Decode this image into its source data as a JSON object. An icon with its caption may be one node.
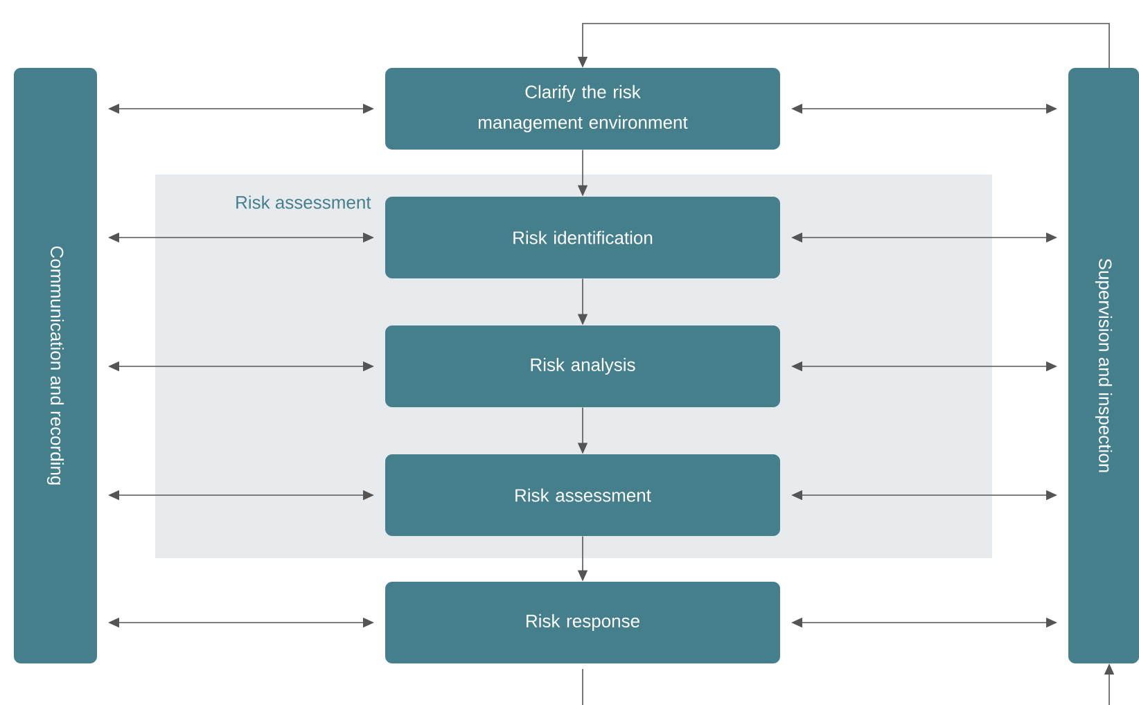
{
  "diagram": {
    "nodes": [
      {
        "text": [
          "Communication and recording"
        ]
      },
      {
        "text": [
          "Clarify the risk management environment"
        ]
      },
      {
        "text": [
          "Risk assessment"
        ]
      },
      {
        "text": [
          "Risk identification"
        ],
        "in": 2
      },
      {
        "text": [
          "Risk analysis"
        ],
        "in": 2
      },
      {
        "text": [
          "Risk assessment"
        ],
        "in": 2
      },
      {
        "text": [
          "Risk response"
        ]
      },
      {
        "text": [
          "Supervision and inspection"
        ]
      }
    ],
    "edges": [
      {
        "from": 0,
        "to": 1,
        "arrow": "both"
      },
      {
        "from": 1,
        "to": 7,
        "arrow": "both"
      },
      {
        "from": 0,
        "to": 3,
        "arrow": "both"
      },
      {
        "from": 3,
        "to": 7,
        "arrow": "both"
      },
      {
        "from": 0,
        "to": 4,
        "arrow": "both"
      },
      {
        "from": 4,
        "to": 7,
        "arrow": "both"
      },
      {
        "from": 0,
        "to": 5,
        "arrow": "both"
      },
      {
        "from": 5,
        "to": 7,
        "arrow": "both"
      },
      {
        "from": 0,
        "to": 6,
        "arrow": "both"
      },
      {
        "from": 6,
        "to": 7,
        "arrow": "both"
      },
      {
        "from": 1,
        "to": 3,
        "arrow": "to"
      },
      {
        "from": 3,
        "to": 4,
        "arrow": "to"
      },
      {
        "from": 4,
        "to": 5,
        "arrow": "to"
      },
      {
        "from": 5,
        "to": 6,
        "arrow": "to"
      },
      {
        "from": 7,
        "to": 1,
        "arrow": "to"
      },
      {
        "from": 6,
        "to": null,
        "arrow": "none"
      },
      {
        "from": null,
        "to": 7,
        "arrow": "to"
      }
    ]
  }
}
